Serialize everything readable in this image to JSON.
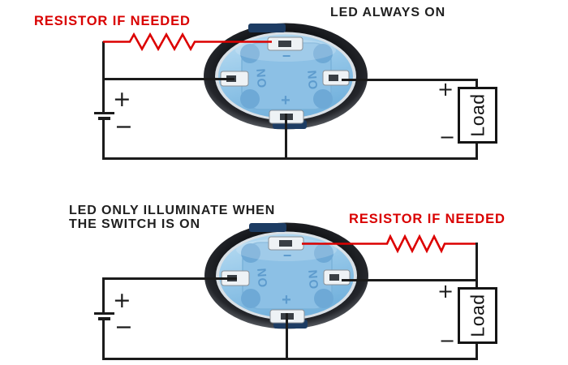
{
  "colors": {
    "wire": "#1b1b1b",
    "accent_red": "#d90000",
    "switch_blue": "#8cc0e5"
  },
  "top_diagram": {
    "title": "LED ALWAYS ON",
    "resistor_label": "RESISTOR IF NEEDED",
    "battery_plus": "+",
    "battery_minus": "−",
    "load_label": "Load",
    "load_plus": "+",
    "load_minus": "−"
  },
  "bottom_diagram": {
    "title_line1": "LED ONLY ILLUMINATE WHEN",
    "title_line2": "THE SWITCH IS ON",
    "resistor_label": "RESISTOR IF NEEDED",
    "battery_plus": "+",
    "battery_minus": "−",
    "load_label": "Load",
    "load_plus": "+",
    "load_minus": "−"
  },
  "switch_markings": {
    "no_left": "NO",
    "no_right": "NO",
    "led_minus": "−",
    "led_plus": "+"
  }
}
